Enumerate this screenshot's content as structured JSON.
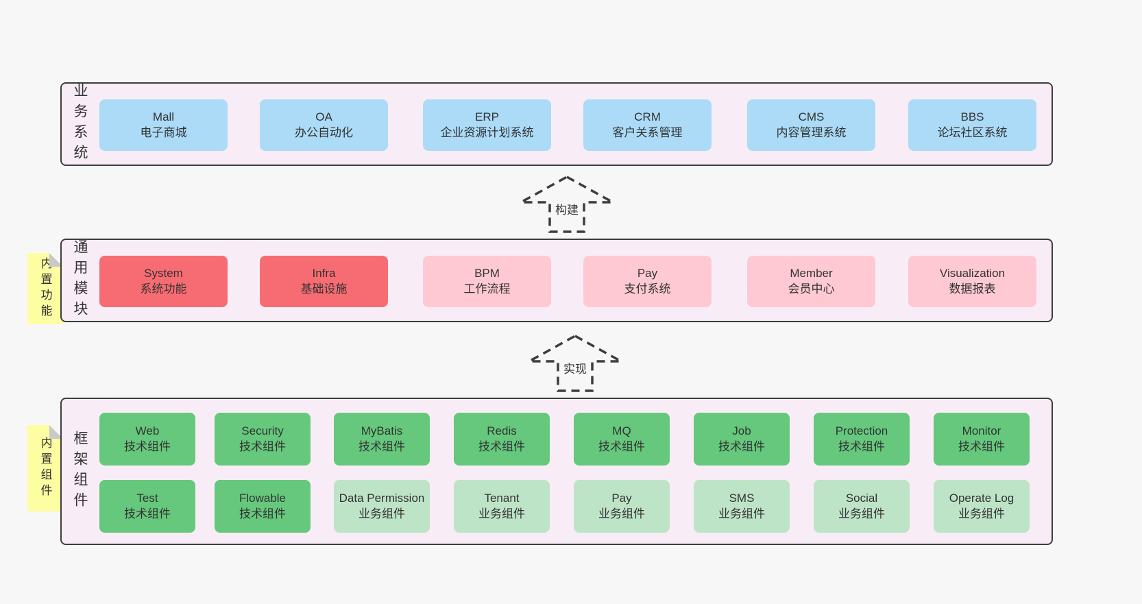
{
  "colors": {
    "page_bg": "#f7f7f7",
    "container_bg": "#f8edf6",
    "container_border": "#3d3d3d",
    "blue_box": "#abdbf7",
    "red_box": "#f76c72",
    "pink_box": "#fec9d3",
    "green_box": "#65c87c",
    "light_green_box": "#bee4c7",
    "note_yellow": "#fdfda1",
    "note_fold_gray": "#c9c9c9",
    "text": "#333333"
  },
  "business_layer": {
    "label": "业务系统",
    "boxes": [
      {
        "title": "Mall",
        "subtitle": "电子商城"
      },
      {
        "title": "OA",
        "subtitle": "办公自动化"
      },
      {
        "title": "ERP",
        "subtitle": "企业资源计划系统"
      },
      {
        "title": "CRM",
        "subtitle": "客户关系管理"
      },
      {
        "title": "CMS",
        "subtitle": "内容管理系统"
      },
      {
        "title": "BBS",
        "subtitle": "论坛社区系统"
      }
    ]
  },
  "arrow_build": {
    "label": "构建"
  },
  "module_layer": {
    "label": "通用模块",
    "note": "内置功能",
    "boxes": [
      {
        "title": "System",
        "subtitle": "系统功能",
        "variant": "red"
      },
      {
        "title": "Infra",
        "subtitle": "基础设施",
        "variant": "red"
      },
      {
        "title": "BPM",
        "subtitle": "工作流程",
        "variant": "pink"
      },
      {
        "title": "Pay",
        "subtitle": "支付系统",
        "variant": "pink"
      },
      {
        "title": "Member",
        "subtitle": "会员中心",
        "variant": "pink"
      },
      {
        "title": "Visualization",
        "subtitle": "数据报表",
        "variant": "pink"
      }
    ]
  },
  "arrow_implement": {
    "label": "实现"
  },
  "component_layer": {
    "label": "框架组件",
    "note": "内置组件",
    "tech_row": [
      {
        "title": "Web",
        "subtitle": "技术组件"
      },
      {
        "title": "Security",
        "subtitle": "技术组件"
      },
      {
        "title": "MyBatis",
        "subtitle": "技术组件"
      },
      {
        "title": "Redis",
        "subtitle": "技术组件"
      },
      {
        "title": "MQ",
        "subtitle": "技术组件"
      },
      {
        "title": "Job",
        "subtitle": "技术组件"
      },
      {
        "title": "Protection",
        "subtitle": "技术组件"
      },
      {
        "title": "Monitor",
        "subtitle": "技术组件"
      }
    ],
    "second_row": [
      {
        "title": "Test",
        "subtitle": "技术组件",
        "variant": "green"
      },
      {
        "title": "Flowable",
        "subtitle": "技术组件",
        "variant": "green"
      },
      {
        "title": "Data Permission",
        "subtitle": "业务组件",
        "variant": "light_green"
      },
      {
        "title": "Tenant",
        "subtitle": "业务组件",
        "variant": "light_green"
      },
      {
        "title": "Pay",
        "subtitle": "业务组件",
        "variant": "light_green"
      },
      {
        "title": "SMS",
        "subtitle": "业务组件",
        "variant": "light_green"
      },
      {
        "title": "Social",
        "subtitle": "业务组件",
        "variant": "light_green"
      },
      {
        "title": "Operate Log",
        "subtitle": "业务组件",
        "variant": "light_green"
      }
    ]
  }
}
